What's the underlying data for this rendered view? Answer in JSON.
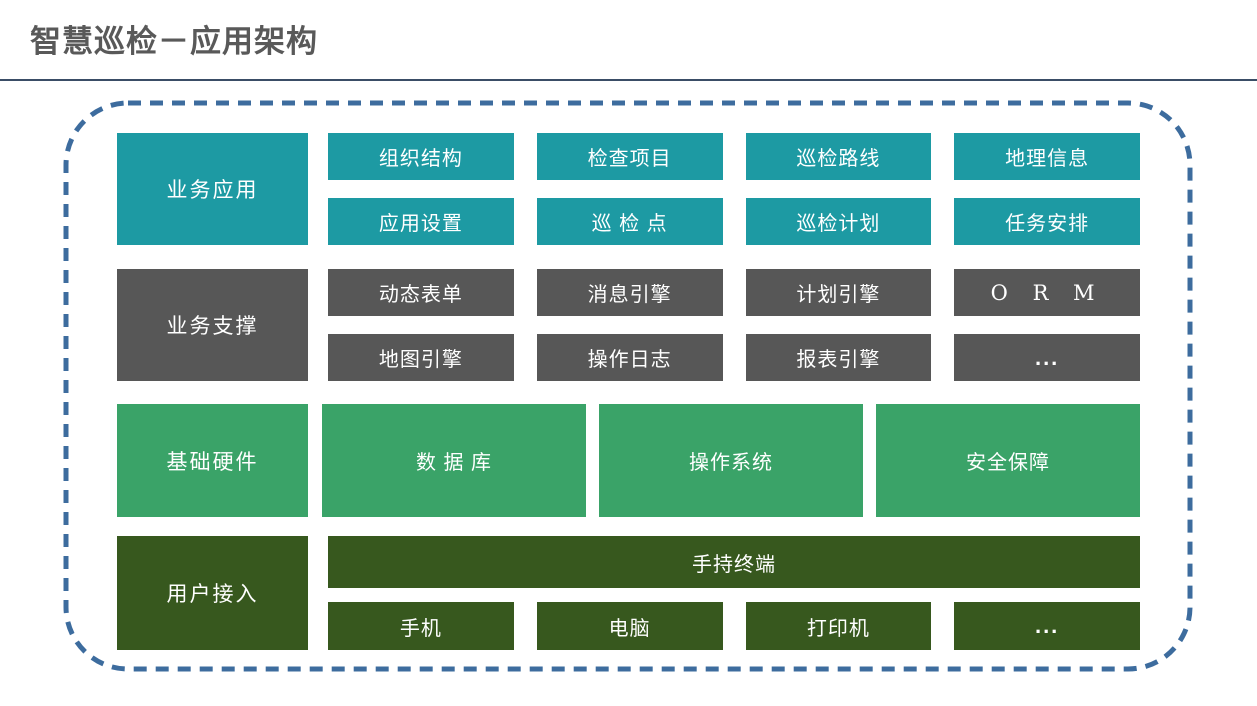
{
  "page": {
    "title": "智慧巡检－应用架构"
  },
  "colors": {
    "teal": "#1d9aa3",
    "dark_gray": "#575757",
    "green": "#3aa368",
    "dark_green": "#37581e",
    "frame_blue": "#3d6c9e",
    "title_text": "#595959",
    "divider": "#3a4d66",
    "box_text": "#ffffff"
  },
  "layers": [
    {
      "name": "业务应用",
      "rows": [
        [
          "组织结构",
          "检查项目",
          "巡检路线",
          "地理信息"
        ],
        [
          "应用设置",
          "巡 检 点",
          "巡检计划",
          "任务安排"
        ]
      ]
    },
    {
      "name": "业务支撑",
      "rows": [
        [
          "动态表单",
          "消息引擎",
          "计划引擎",
          "O R M"
        ],
        [
          "地图引擎",
          "操作日志",
          "报表引擎",
          "..."
        ]
      ]
    },
    {
      "name": "基础硬件",
      "items": [
        "数 据 库",
        "操作系统",
        "安全保障"
      ]
    },
    {
      "name": "用户接入",
      "top_item": "手持终端",
      "items": [
        "手机",
        "电脑",
        "打印机",
        "..."
      ]
    }
  ]
}
